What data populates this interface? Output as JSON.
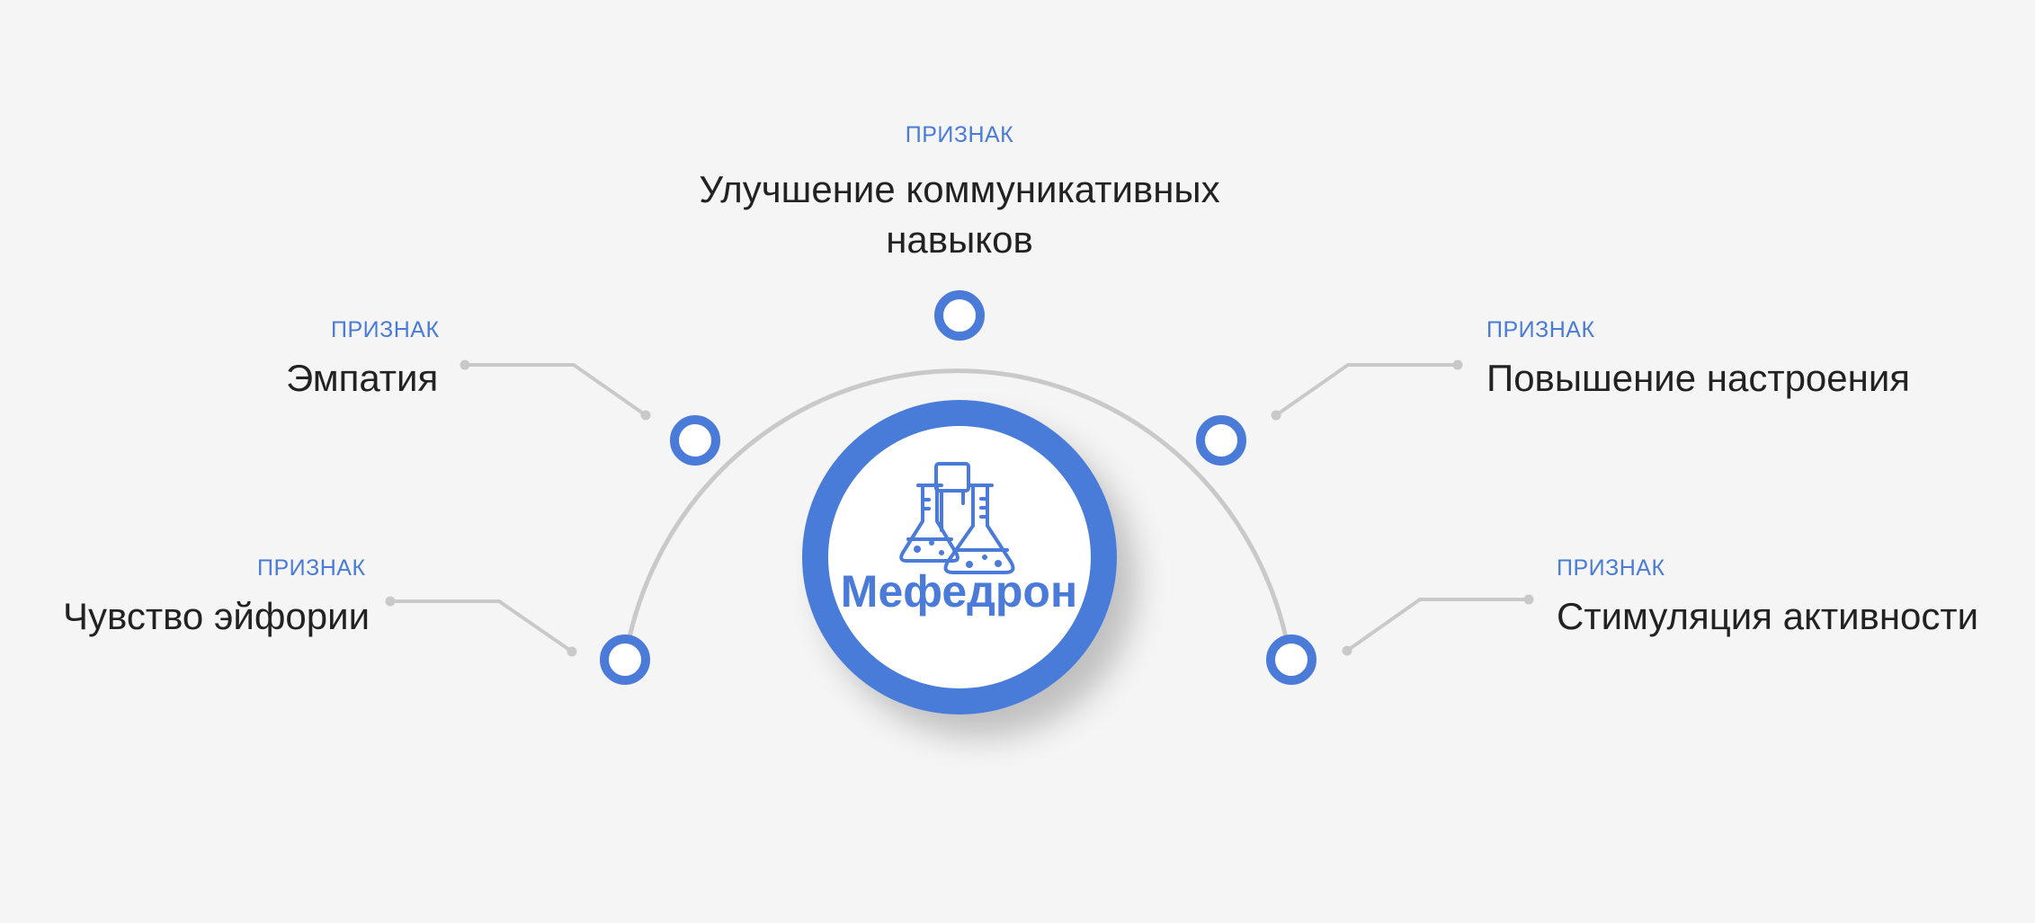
{
  "center": {
    "label": "Мефедрон",
    "icon": "flask-icon"
  },
  "features": [
    {
      "id": "top",
      "kicker": "ПРИЗНАК",
      "title_line1": "Улучшение коммуникативных",
      "title_line2": "навыков"
    },
    {
      "id": "left-upper",
      "kicker": "ПРИЗНАК",
      "title": "Эмпатия"
    },
    {
      "id": "left-lower",
      "kicker": "ПРИЗНАК",
      "title": "Чувство эйфории"
    },
    {
      "id": "right-upper",
      "kicker": "ПРИЗНАК",
      "title": "Повышение настроения"
    },
    {
      "id": "right-lower",
      "kicker": "ПРИЗНАК",
      "title": "Стимуляция активности"
    }
  ],
  "colors": {
    "accent": "#4a7bd8",
    "arc": "#c9c9c9",
    "background": "#f5f5f5"
  }
}
